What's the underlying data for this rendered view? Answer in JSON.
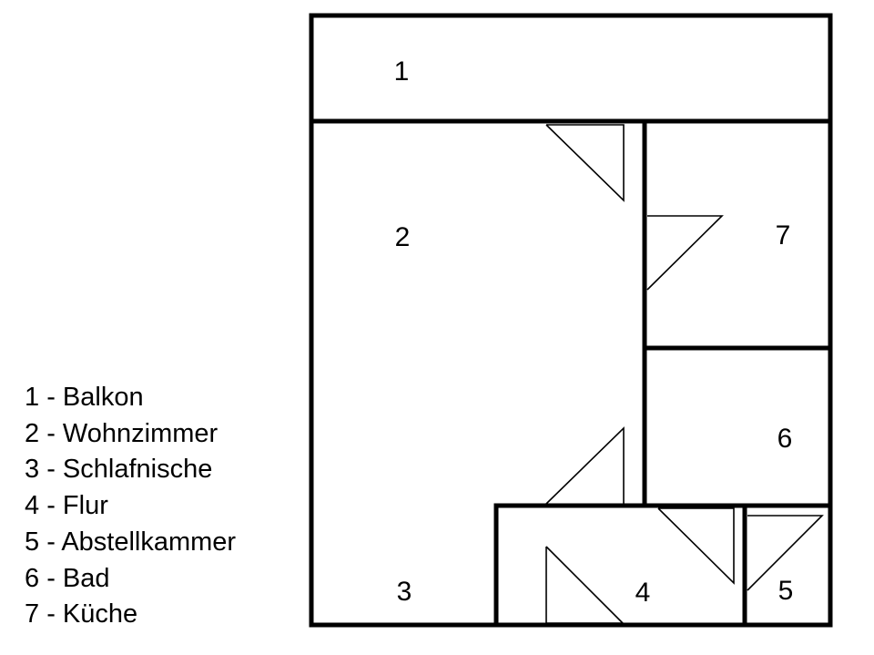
{
  "rooms": [
    {
      "number": "1",
      "name": "Balkon"
    },
    {
      "number": "2",
      "name": "Wohnzimmer"
    },
    {
      "number": "3",
      "name": "Schlafnische"
    },
    {
      "number": "4",
      "name": "Flur"
    },
    {
      "number": "5",
      "name": "Abstellkammer"
    },
    {
      "number": "6",
      "name": "Bad"
    },
    {
      "number": "7",
      "name": "Küche"
    }
  ],
  "legend_separator": " - "
}
